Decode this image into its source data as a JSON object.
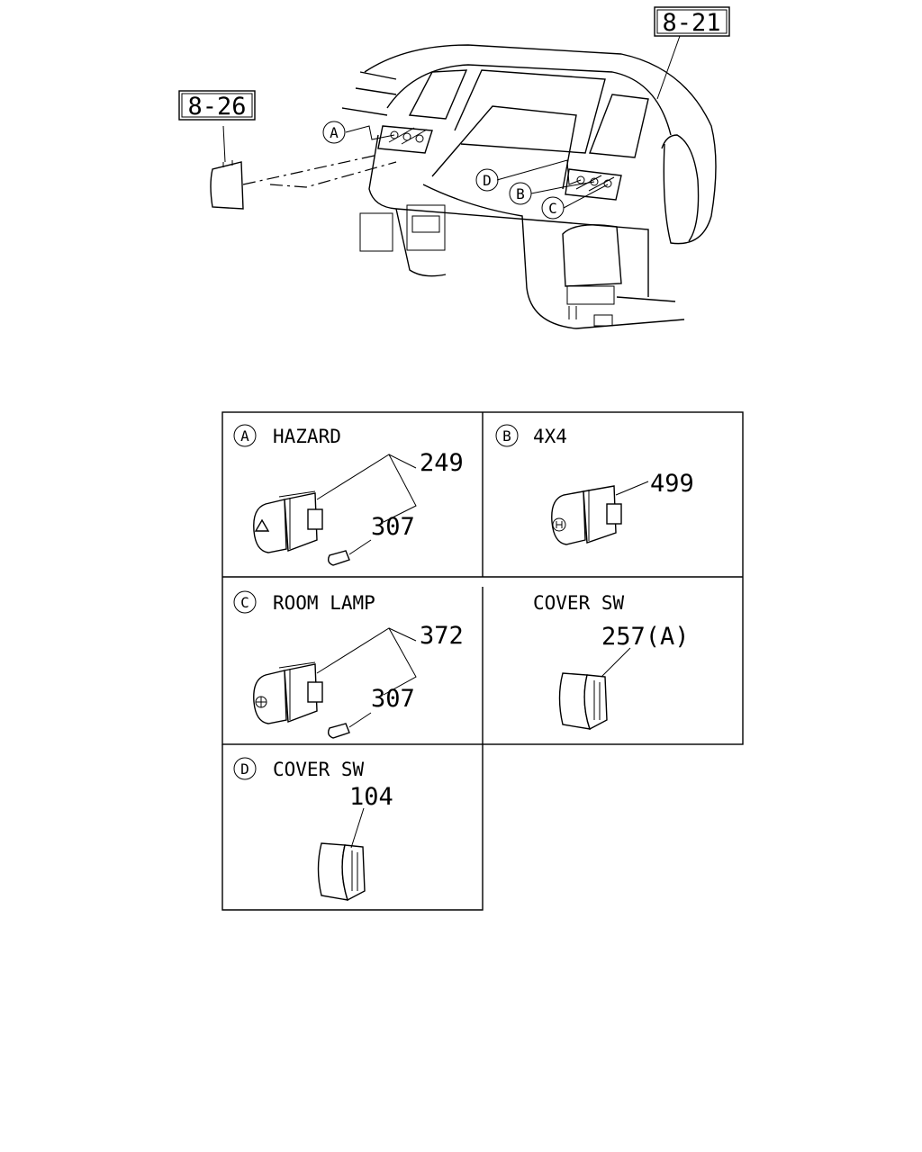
{
  "refs": {
    "main": "8-21",
    "cover": "8-26"
  },
  "callouts": [
    "A",
    "B",
    "C",
    "D"
  ],
  "panels": [
    {
      "letter": "A",
      "title": "HAZARD",
      "parts": [
        "249",
        "307"
      ],
      "icon": "hazard-triangle-icon"
    },
    {
      "letter": "B",
      "title": "4X4",
      "parts": [
        "499"
      ],
      "icon": "four-wheel-drive-icon"
    },
    {
      "letter": "C",
      "title": "ROOM LAMP",
      "parts": [
        "372",
        "307"
      ],
      "icon": "room-lamp-icon"
    },
    {
      "letter": "",
      "title": "COVER SW",
      "parts": [
        "257(A)"
      ],
      "icon": "switch-cover-icon"
    },
    {
      "letter": "D",
      "title": "COVER SW",
      "parts": [
        "104"
      ],
      "icon": "switch-cover-icon"
    }
  ]
}
